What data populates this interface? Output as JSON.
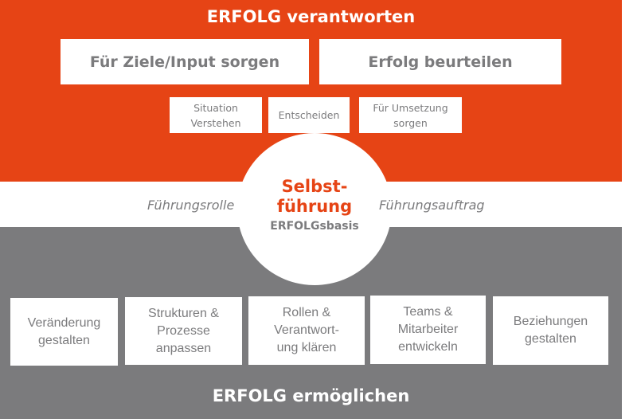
{
  "top": {
    "title": "ERFOLG verantworten",
    "main_boxes": [
      "Für Ziele/Input sorgen",
      "Erfolg beurteilen"
    ],
    "small_boxes": [
      [
        "Situation",
        "Verstehen"
      ],
      [
        "Entscheiden"
      ],
      [
        "Für Umsetzung",
        "sorgen"
      ]
    ]
  },
  "center": {
    "line1": "Selbst-",
    "line2": "führung",
    "subtitle": "ERFOLGsbasis",
    "left": "Führungsrolle",
    "right": "Führungsauftrag"
  },
  "bottom": {
    "title": "ERFOLG ermöglichen",
    "boxes": [
      [
        "Veränderung",
        "gestalten"
      ],
      [
        "Strukturen &",
        "Prozesse",
        "anpassen"
      ],
      [
        "Rollen &",
        "Verantwort-",
        "ung klären"
      ],
      [
        "Teams &",
        "Mitarbeiter",
        "entwickeln"
      ],
      [
        "Beziehungen",
        "gestalten"
      ]
    ]
  },
  "colors": {
    "orange": "#E64415",
    "gray": "#7B7B7D"
  }
}
